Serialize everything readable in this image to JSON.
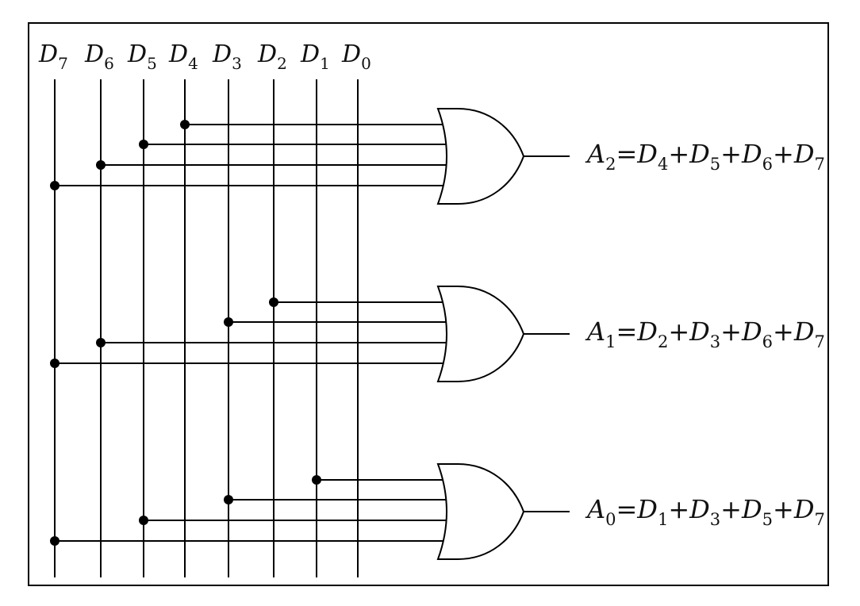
{
  "inputs": [
    {
      "base": "D",
      "sub": "7"
    },
    {
      "base": "D",
      "sub": "6"
    },
    {
      "base": "D",
      "sub": "5"
    },
    {
      "base": "D",
      "sub": "4"
    },
    {
      "base": "D",
      "sub": "3"
    },
    {
      "base": "D",
      "sub": "2"
    },
    {
      "base": "D",
      "sub": "1"
    },
    {
      "base": "D",
      "sub": "0"
    }
  ],
  "gates": [
    {
      "type": "OR",
      "connections": [
        "D4",
        "D5",
        "D6",
        "D7"
      ],
      "equation": {
        "lhs": {
          "base": "A",
          "sub": "2"
        },
        "eq": "=",
        "terms": [
          {
            "base": "D",
            "sub": "4"
          },
          {
            "base": "D",
            "sub": "5"
          },
          {
            "base": "D",
            "sub": "6"
          },
          {
            "base": "D",
            "sub": "7"
          }
        ],
        "op": "+"
      }
    },
    {
      "type": "OR",
      "connections": [
        "D2",
        "D3",
        "D6",
        "D7"
      ],
      "equation": {
        "lhs": {
          "base": "A",
          "sub": "1"
        },
        "eq": "=",
        "terms": [
          {
            "base": "D",
            "sub": "2"
          },
          {
            "base": "D",
            "sub": "3"
          },
          {
            "base": "D",
            "sub": "6"
          },
          {
            "base": "D",
            "sub": "7"
          }
        ],
        "op": "+"
      }
    },
    {
      "type": "OR",
      "connections": [
        "D1",
        "D3",
        "D5",
        "D7"
      ],
      "equation": {
        "lhs": {
          "base": "A",
          "sub": "0"
        },
        "eq": "=",
        "terms": [
          {
            "base": "D",
            "sub": "1"
          },
          {
            "base": "D",
            "sub": "3"
          },
          {
            "base": "D",
            "sub": "5"
          },
          {
            "base": "D",
            "sub": "7"
          }
        ],
        "op": "+"
      }
    }
  ]
}
